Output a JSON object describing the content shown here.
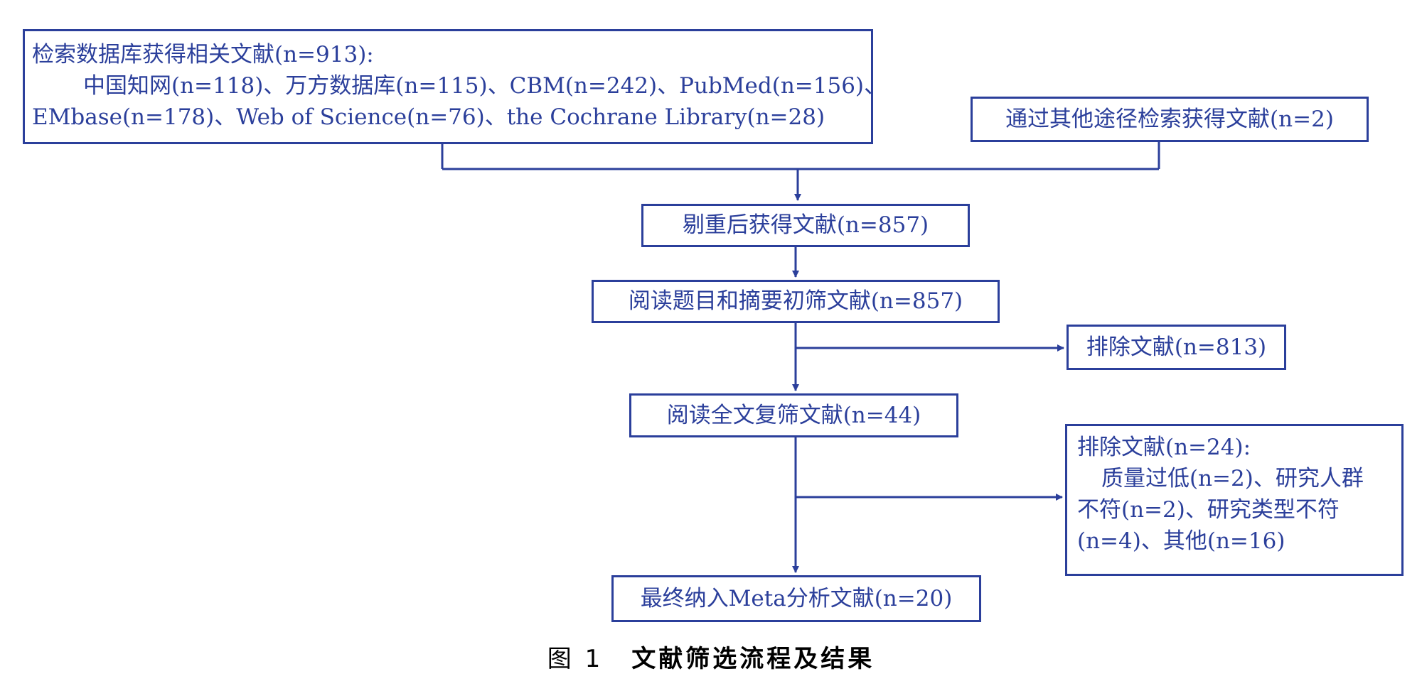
{
  "boxes": {
    "db_search": {
      "line1": "检索数据库获得相关文献(n=913):",
      "line2": "中国知网(n=118)、万方数据库(n=115)、CBM(n=242)、PubMed(n=156)、",
      "line3": "EMbase(n=178)、Web of Science(n=76)、the Cochrane Library(n=28)"
    },
    "other_search": "通过其他途径检索获得文献(n=2)",
    "dedup": "剔重后获得文献(n=857)",
    "screen_title": "阅读题目和摘要初筛文献(n=857)",
    "excluded_1": "排除文献(n=813)",
    "fulltext": "阅读全文复筛文献(n=44)",
    "excluded_2": {
      "line1": "排除文献(n=24):",
      "line2": "质量过低(n=2)、研究人群",
      "line3": "不符(n=2)、研究类型不符",
      "line4": "(n=4)、其他(n=16)"
    },
    "final": "最终纳入Meta分析文献(n=20)"
  },
  "caption": {
    "label": "图 1",
    "title": "文献筛选流程及结果"
  },
  "colors": {
    "stroke": "#2b3f9b",
    "caption": "#000000"
  }
}
